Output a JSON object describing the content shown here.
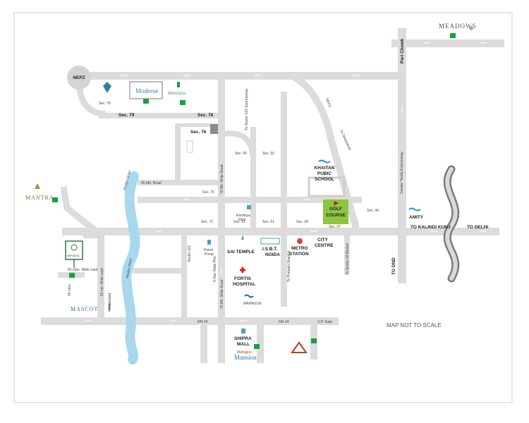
{
  "roads": {
    "nepz": "NEPZ",
    "nepz_diag": "NEPZ",
    "nh24_left": "NH-24",
    "nh24_right": "NH-24",
    "up_gate": "U.P. Gate",
    "to_delhi": "TO DELHI",
    "to_kalindi_kunj": "TO KALINDI KUNJ",
    "to_dnd": "TO DND",
    "pari_chowk": "Pari Chowk",
    "greater_noida_expressway": "Greater Noida Expressway",
    "to_sector_101_expressway": "To Sector-101  Expressway",
    "to_ghaziabad": "To Ghaziabad",
    "to_sector_18_market": "To Sector-18 Market",
    "to_prakash_hospital": "To Prakash Hospital",
    "mtr_wide_road_75_a": "75 Mtr. Wide Road",
    "mtr_wide_road_75_b": "75 Mtr. Wide Road",
    "mtr_road_45": "45 Mtr. Road",
    "mtr_wide_road_60": "60 mtrs. Wide road",
    "mtr_wide_road_60_b": "60 mtr. Wide road",
    "mtr_wide_road_45_b": "45 mtrs.",
    "five_star_hotel_plot": "5 Star Hotel Plot",
    "ghaziabad": "Ghaziabad",
    "hindon_river_a": "Hindon River",
    "hindon_river_b": "Hindon River"
  },
  "sectors": {
    "sec76": "Sec. 76",
    "sec79": "Sec. 79",
    "sec78": "Sec. 78",
    "sec76_box": "Sec. 76",
    "sec50_a": "Sec. 50",
    "sec50_b": "Sec. 50",
    "sec75": "Sec. 75",
    "sec72": "Sec. 72",
    "sec51_a": "Sec. 51",
    "sec51_b": "Sec. 51",
    "sec39": "Sec. 39",
    "sec37": "Sec. 37",
    "sec44": "Sec. 44",
    "sector121": "Sector 121"
  },
  "landmarks": {
    "khaitan": [
      "KHAITAN",
      "PUBIC",
      "SCHOOL"
    ],
    "golf": [
      "GOLF",
      "COURSE"
    ],
    "amity": "AMITY",
    "kendriya": [
      "Kendriya",
      "Vihar"
    ],
    "sai_temple": "SAI TEMPLE",
    "isbt": [
      "I.S.B.T.",
      "NOIDA"
    ],
    "metro": [
      "METRO",
      "STATION"
    ],
    "city_centre": [
      "CITY",
      "CENTRE"
    ],
    "petrol": [
      "Petrol",
      "Pump"
    ],
    "fortis": [
      "FORTIS",
      "HOSPITAL"
    ],
    "mahagun": "MAHAGUN",
    "shipra": [
      "SHIPRA",
      "MALL"
    ],
    "mansion": "Mansion",
    "mahagun_small": "Mahagun"
  },
  "projects": {
    "meadows": "MEADOWS",
    "mantra": "MANTRA",
    "mezzaria": "mezzaria",
    "moderne": "Moderne",
    "mascot": "MASCOT",
    "nirvana": "NIRVANA"
  },
  "note": "MAP NOT TO SCALE",
  "colors": {
    "road": "#dcdcdc",
    "river": "#a8d8ee",
    "marker": "#1e9e43",
    "golf": "#8cc63f",
    "label": "#333333"
  }
}
